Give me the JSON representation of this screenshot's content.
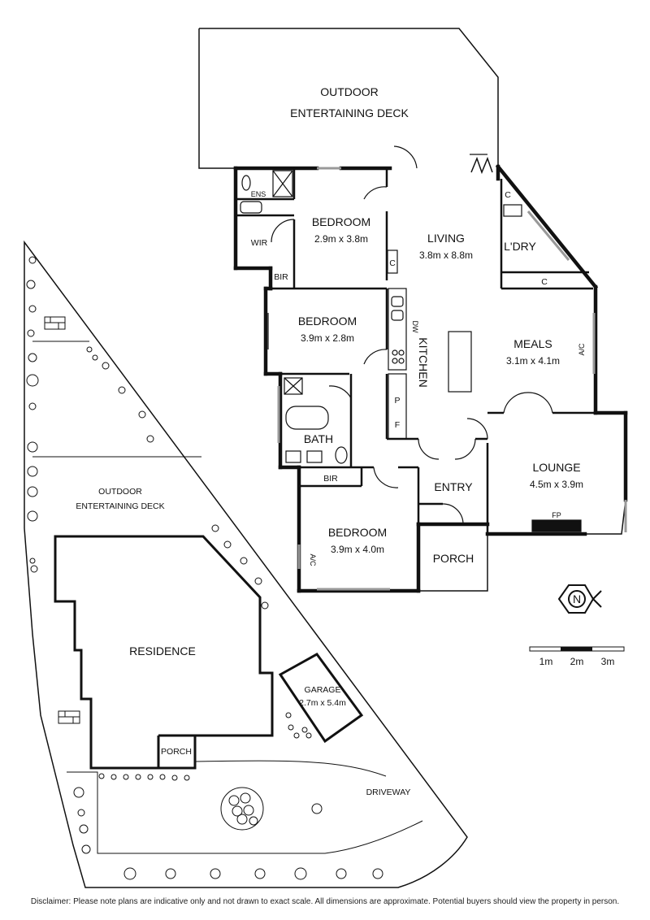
{
  "floor_plan": {
    "rooms": {
      "outdoor_deck_upper": [
        "OUTDOOR",
        "ENTERTAINING DECK"
      ],
      "ensuite": "ENS",
      "wir": "WIR",
      "bir_1": "BIR",
      "bedroom_1": {
        "name": "BEDROOM",
        "size": "2.9m x 3.8m"
      },
      "living": {
        "name": "LIVING",
        "size": "3.8m x 8.8m"
      },
      "laundry": "L'DRY",
      "cupboard_c1": "C",
      "cupboard_c2": "C",
      "cupboard_c3": "C",
      "bedroom_2": {
        "name": "BEDROOM",
        "size": "3.9m x 2.8m"
      },
      "dishwasher": "DW",
      "kitchen": "KITCHEN",
      "pantry": "P",
      "fridge": "F",
      "meals": {
        "name": "MEALS",
        "size": "3.1m x 4.1m"
      },
      "ac_meals": "A/C",
      "bath": "BATH",
      "bir_2": "BIR",
      "lounge": {
        "name": "LOUNGE",
        "size": "4.5m x 3.9m"
      },
      "entry": "ENTRY",
      "fireplace": "FP",
      "bedroom_3": {
        "name": "BEDROOM",
        "size": "3.9m x 4.0m"
      },
      "ac_bedroom": "A/C",
      "porch": "PORCH"
    },
    "compass": "N",
    "scale": {
      "labels": [
        "1m",
        "2m",
        "3m"
      ]
    }
  },
  "site_plan": {
    "outdoor_deck": [
      "OUTDOOR",
      "ENTERTAINING DECK"
    ],
    "residence": "RESIDENCE",
    "garage": {
      "name": "GARAGE",
      "size": "2.7m x 5.4m"
    },
    "porch": "PORCH",
    "driveway": "DRIVEWAY"
  },
  "disclaimer": "Disclaimer: Please note plans are indicative only and not drawn to exact scale. All dimensions are approximate. Potential buyers should view the property in person."
}
